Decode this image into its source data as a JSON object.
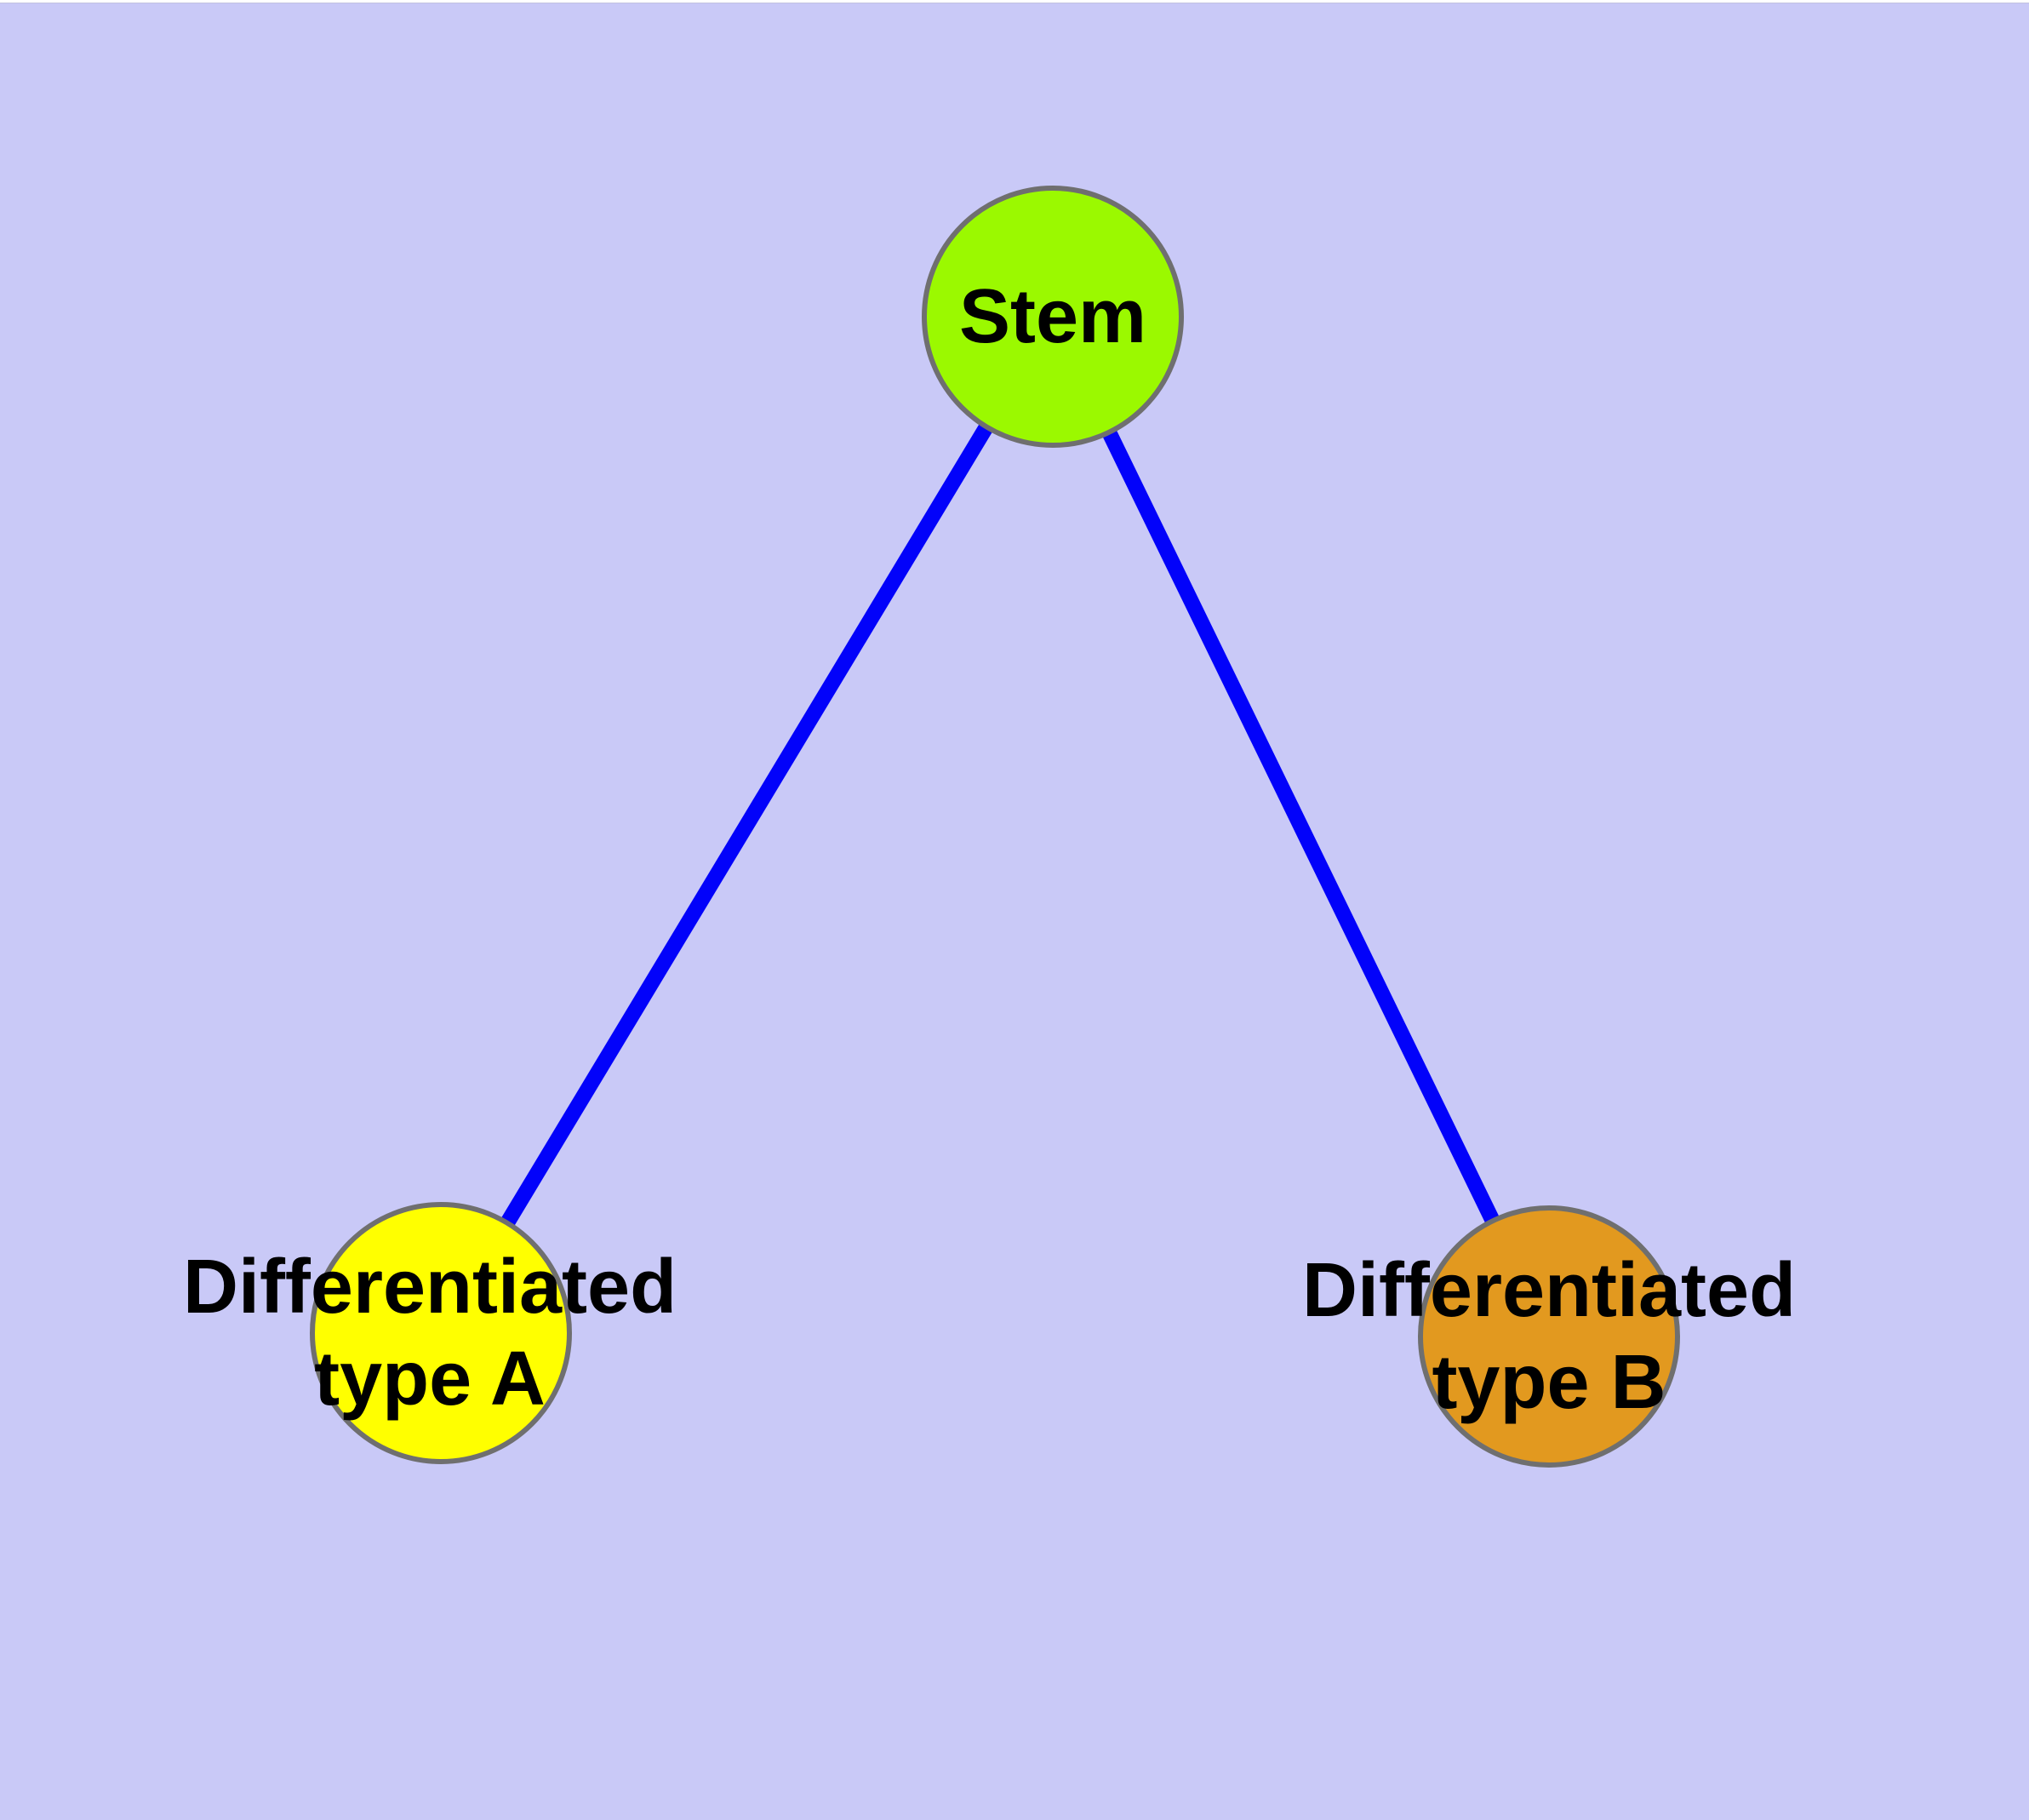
{
  "diagram": {
    "type": "graph",
    "background_color": "#C9C9F7",
    "node_border_color": "#6F6F6F",
    "label_color": "#000000",
    "nodes": [
      {
        "id": "stem",
        "label": "Stem",
        "label_line1": "Stem",
        "color": "#9BF900"
      },
      {
        "id": "differentiated-type-a",
        "label": "Differentiated type A",
        "label_line1": "Differentiated",
        "label_line2": "type A",
        "color": "#FFFF00"
      },
      {
        "id": "differentiated-type-b",
        "label": "Differentiated type B",
        "label_line1": "Differentiated",
        "label_line2": "type B",
        "color": "#E2991F"
      }
    ],
    "edges": [
      {
        "from": "stem",
        "to": "differentiated-type-a",
        "color": "#0202FA"
      },
      {
        "from": "stem",
        "to": "differentiated-type-b",
        "color": "#0202FA"
      }
    ]
  }
}
